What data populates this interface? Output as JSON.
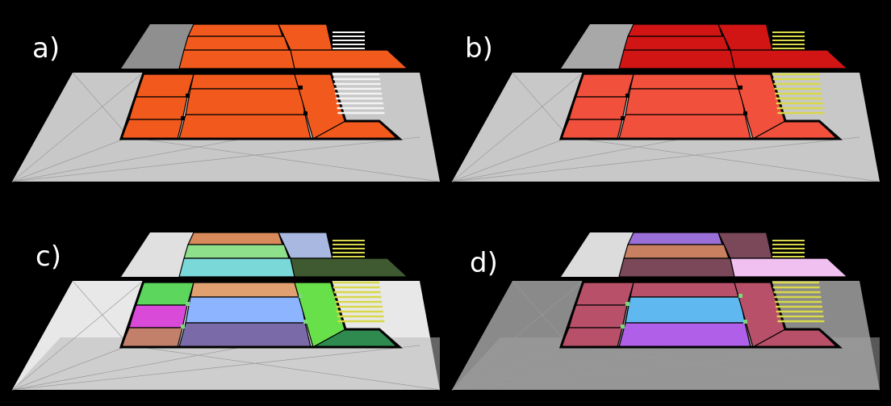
{
  "panels": [
    {
      "id": "a",
      "label": "a)",
      "colors": {
        "ground": "#c8c8c8",
        "ground2": "#c8c8c8",
        "upper_ground": "#8f8f8f",
        "rooms": [
          "#f25a1d",
          "#f25a1d",
          "#f25a1d",
          "#f25a1d",
          "#f25a1d",
          "#f25a1d",
          "#f25a1d",
          "#f25a1d"
        ],
        "upper_rooms": [
          "#f25a1d",
          "#f25a1d",
          "#f25a1d",
          "#f25a1d",
          "#f25a1d"
        ],
        "stairs": "#f3f3f3",
        "tint": "none"
      }
    },
    {
      "id": "b",
      "label": "b)",
      "colors": {
        "ground": "#c8c8c8",
        "ground2": "#c8c8c8",
        "upper_ground": "#a8a8a8",
        "rooms": [
          "#f0503c",
          "#f0503c",
          "#f0503c",
          "#f0503c",
          "#f0503c",
          "#f0503c",
          "#f0503c",
          "#f0503c"
        ],
        "upper_rooms": [
          "#d11414",
          "#d11414",
          "#d11414",
          "#d11414",
          "#d11414"
        ],
        "stairs": "#d8d84a",
        "tint": "none"
      }
    },
    {
      "id": "c",
      "label": "c)",
      "colors": {
        "ground": "#e8e8e8",
        "ground2": "#b8b8b8",
        "upper_ground": "#e0e0e0",
        "rooms": [
          "#5cd65c",
          "#d94ad9",
          "#c2806a",
          "#e0a070",
          "#8cb4ff",
          "#7a6aa8",
          "#68e04a",
          "#2f8a50"
        ],
        "upper_rooms": [
          "#d88a5a",
          "#8ee08a",
          "#7ad8d8",
          "#a8b8e0",
          "#3f5a30"
        ],
        "stairs": "#d8d84a",
        "tint": "mixed"
      }
    },
    {
      "id": "d",
      "label": "d)",
      "colors": {
        "ground": "#8a8a8a",
        "ground2": "#a0a0a0",
        "upper_ground": "#dcdcdc",
        "rooms": [
          "#b8506a",
          "#b8506a",
          "#b8506a",
          "#b8506a",
          "#60b8f0",
          "#b060e8",
          "#b8506a",
          "#b8506a"
        ],
        "upper_rooms": [
          "#9a70d8",
          "#c88060",
          "#7a4858",
          "#7a4858",
          "#f0c0f0"
        ],
        "stairs": "#d8d84a",
        "tint": "mixed"
      }
    }
  ]
}
